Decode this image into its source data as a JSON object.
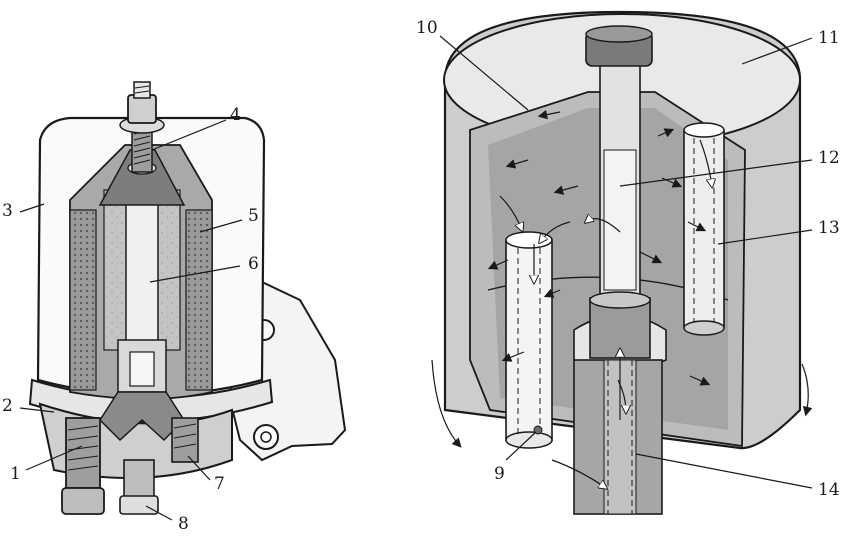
{
  "diagram": {
    "left_assembly": {
      "callouts": [
        {
          "id": "1",
          "label": "1"
        },
        {
          "id": "2",
          "label": "2"
        },
        {
          "id": "3",
          "label": "3"
        },
        {
          "id": "4",
          "label": "4"
        },
        {
          "id": "5",
          "label": "5"
        },
        {
          "id": "6",
          "label": "6"
        },
        {
          "id": "7",
          "label": "7"
        },
        {
          "id": "8",
          "label": "8"
        }
      ]
    },
    "right_assembly": {
      "callouts": [
        {
          "id": "9",
          "label": "9"
        },
        {
          "id": "10",
          "label": "10"
        },
        {
          "id": "11",
          "label": "11"
        },
        {
          "id": "12",
          "label": "12"
        },
        {
          "id": "13",
          "label": "13"
        },
        {
          "id": "14",
          "label": "14"
        }
      ]
    }
  },
  "colors": {
    "ink": "#1a1a1a",
    "shade_dark": "#8c8c8c",
    "shade_mid": "#b4b4b4",
    "shade_light": "#d8d8d8",
    "paper": "#ffffff"
  }
}
